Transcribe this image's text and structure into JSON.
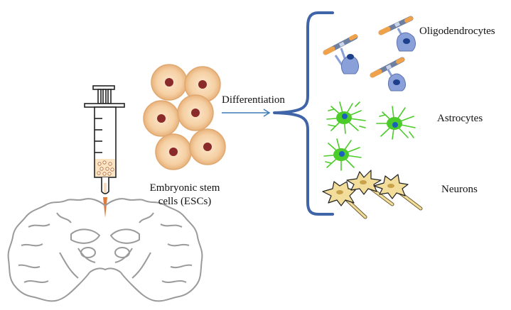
{
  "labels": {
    "esc_line1": "Embryonic stem",
    "esc_line2": "cells (ESCs)",
    "differentiation": "Differentiation",
    "oligodendrocytes": "Oligodendrocytes",
    "astrocytes": "Astrocytes",
    "neurons": "Neurons"
  },
  "colors": {
    "cell_outer": "#f2c99a",
    "cell_nucleus": "#8b2a2a",
    "bracket": "#3f64a8",
    "arrow": "#3c7bb8",
    "oligodendrocyte": "#8aa0d8",
    "myelin_tip": "#f0a24a",
    "astrocyte": "#4ccc2a",
    "astrocyte_nucleus": "#1b5fbf",
    "neuron": "#f3dd9a",
    "needle": "#e07a3a",
    "brain_outline": "#9a9a9a"
  },
  "icons": [
    "syringe-icon",
    "brain-outline-icon",
    "embryonic-stem-cell-icon",
    "oligodendrocyte-icon",
    "astrocyte-icon",
    "neuron-icon"
  ]
}
